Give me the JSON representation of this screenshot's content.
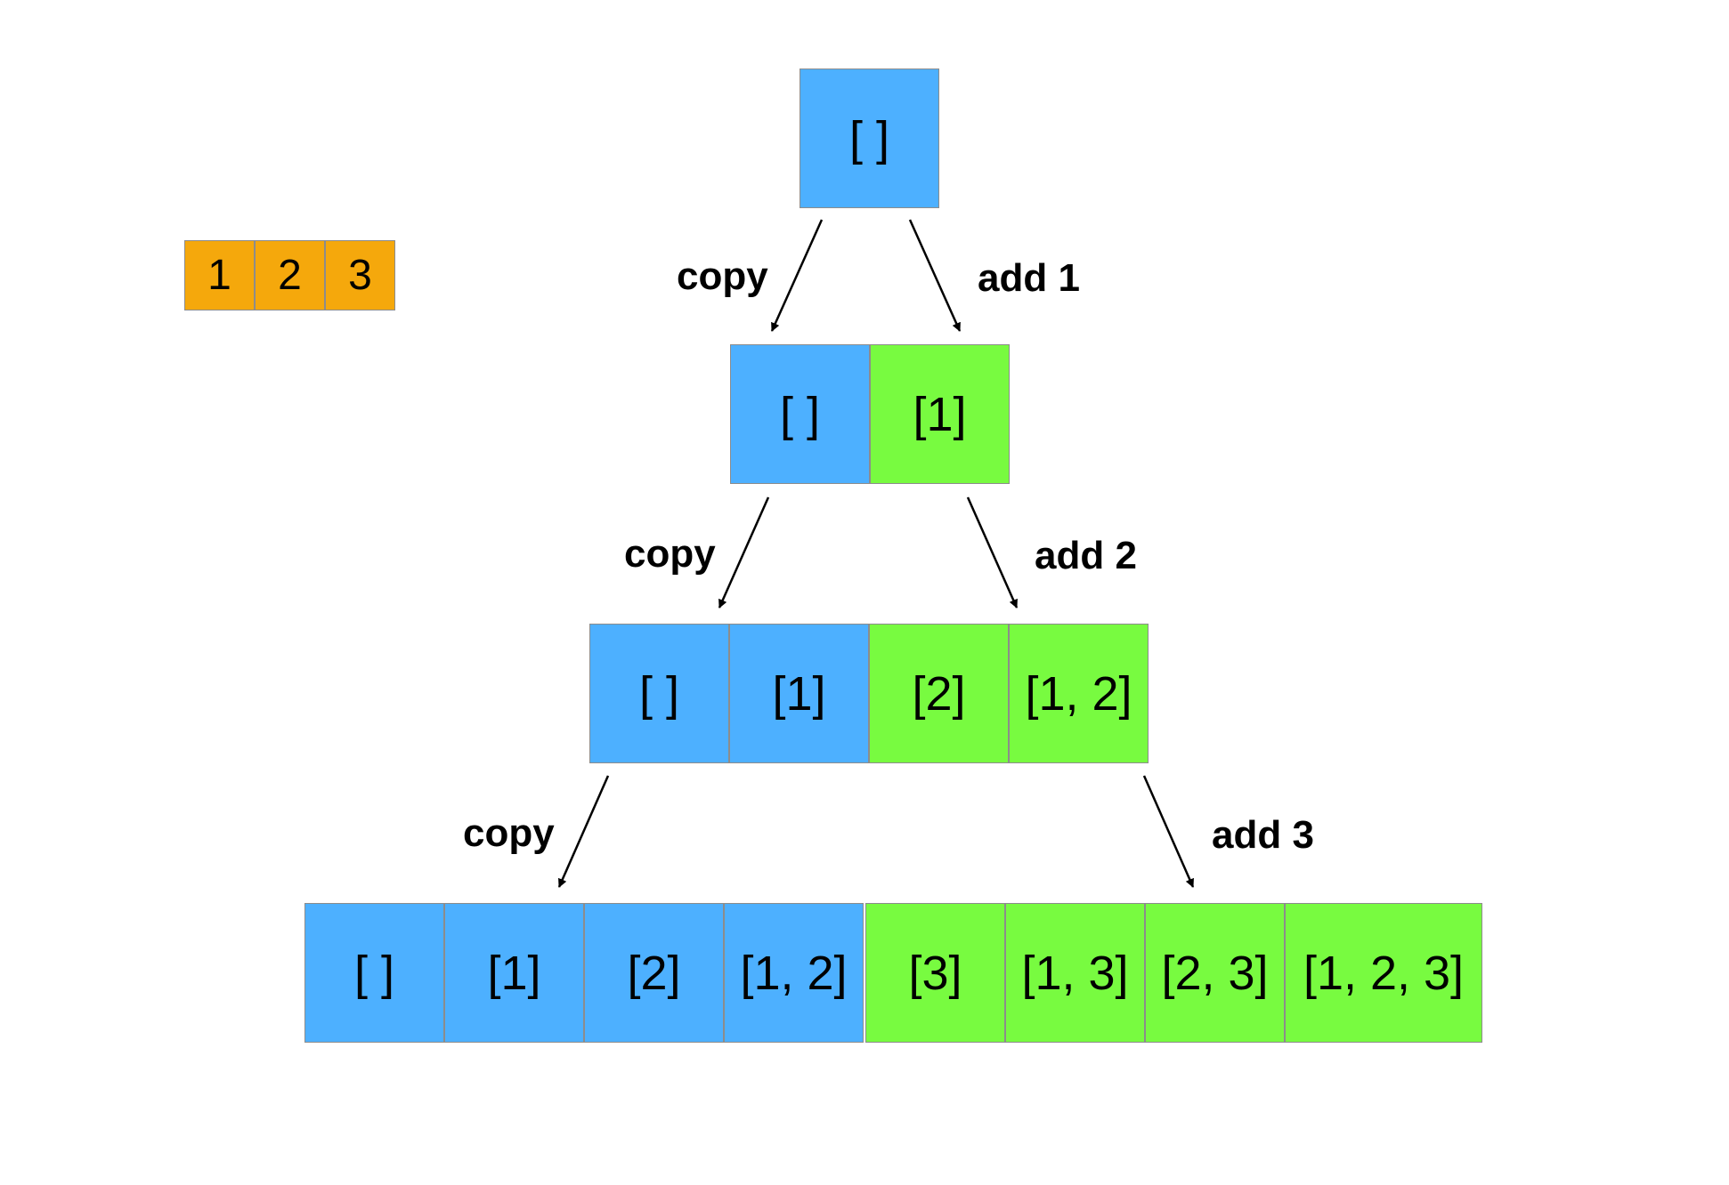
{
  "colors": {
    "input": "#f5a80c",
    "copy": "#4db0ff",
    "add": "#78fb40",
    "arrow": "#000000"
  },
  "input_array": [
    "1",
    "2",
    "3"
  ],
  "levels": [
    {
      "cells": [
        {
          "text": "[ ]",
          "kind": "copy"
        }
      ]
    },
    {
      "cells": [
        {
          "text": "[ ]",
          "kind": "copy"
        },
        {
          "text": "[1]",
          "kind": "add"
        }
      ]
    },
    {
      "cells": [
        {
          "text": "[ ]",
          "kind": "copy"
        },
        {
          "text": "[1]",
          "kind": "copy"
        },
        {
          "text": "[2]",
          "kind": "add"
        },
        {
          "text": "[1, 2]",
          "kind": "add"
        }
      ]
    },
    {
      "cells": [
        {
          "text": "[ ]",
          "kind": "copy"
        },
        {
          "text": "[1]",
          "kind": "copy"
        },
        {
          "text": "[2]",
          "kind": "copy"
        },
        {
          "text": "[1, 2]",
          "kind": "copy"
        },
        {
          "text": "[3]",
          "kind": "add"
        },
        {
          "text": "[1, 3]",
          "kind": "add"
        },
        {
          "text": "[2, 3]",
          "kind": "add"
        },
        {
          "text": "[1, 2, 3]",
          "kind": "add"
        }
      ]
    }
  ],
  "steps": [
    {
      "copy_label": "copy",
      "add_label": "add 1"
    },
    {
      "copy_label": "copy",
      "add_label": "add 2"
    },
    {
      "copy_label": "copy",
      "add_label": "add 3"
    }
  ]
}
